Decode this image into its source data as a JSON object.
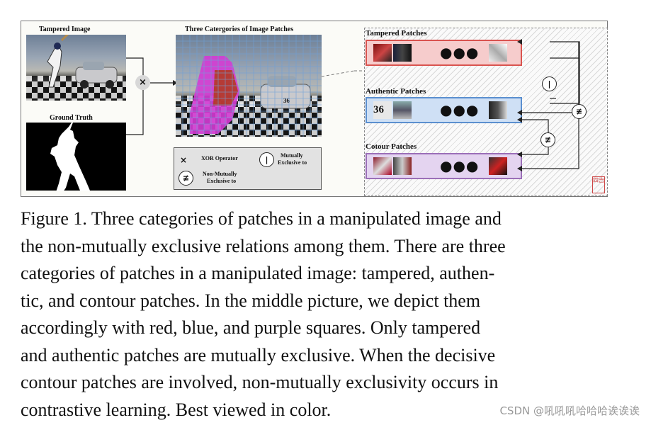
{
  "figure": {
    "panels": {
      "tampered_image_title": "Tampered Image",
      "ground_truth_title": "Ground Truth",
      "middle_title": "Three Catergories of Image Patches",
      "number_plate": "36"
    },
    "legend": {
      "xor_symbol": "×",
      "xor_label": "XOR Operator",
      "mutual_label_line1": "Mutually",
      "mutual_label_line2": "Exclusive to",
      "nonmutual_label_line1": "Non-Mutually",
      "nonmutual_label_line2": "Exclusive to"
    },
    "groups": [
      {
        "title": "Tampered Patches",
        "color": "#d9534f",
        "fill": "#f6cccc"
      },
      {
        "title": "Authentic Patches",
        "color": "#5b8fcf",
        "fill": "#cfe0f5"
      },
      {
        "title": "Cotour Patches",
        "color": "#9b6fb8",
        "fill": "#e4d4f0"
      }
    ],
    "dots": "●●●",
    "thumb_text": "36",
    "seal_text": "四吉"
  },
  "caption": {
    "lines": [
      "Figure 1. Three categories of patches in a manipulated image and",
      "the non-mutually exclusive relations among them. There are three",
      "categories of patches in a manipulated image: tampered, authen-",
      "tic, and contour patches.  In the middle picture, we depict them",
      "accordingly with red, blue, and purple squares.  Only tampered",
      "and authentic patches are mutually exclusive.  When the decisive",
      "contour patches are involved, non-mutually exclusivity occurs in",
      "contrastive learning. Best viewed in color."
    ]
  },
  "watermark": "CSDN @吼吼吼哈哈哈诶诶诶",
  "colors": {
    "tampered": "#d9534f",
    "authentic": "#5b8fcf",
    "contour": "#9b6fb8",
    "magenta": "#d43bd4"
  }
}
